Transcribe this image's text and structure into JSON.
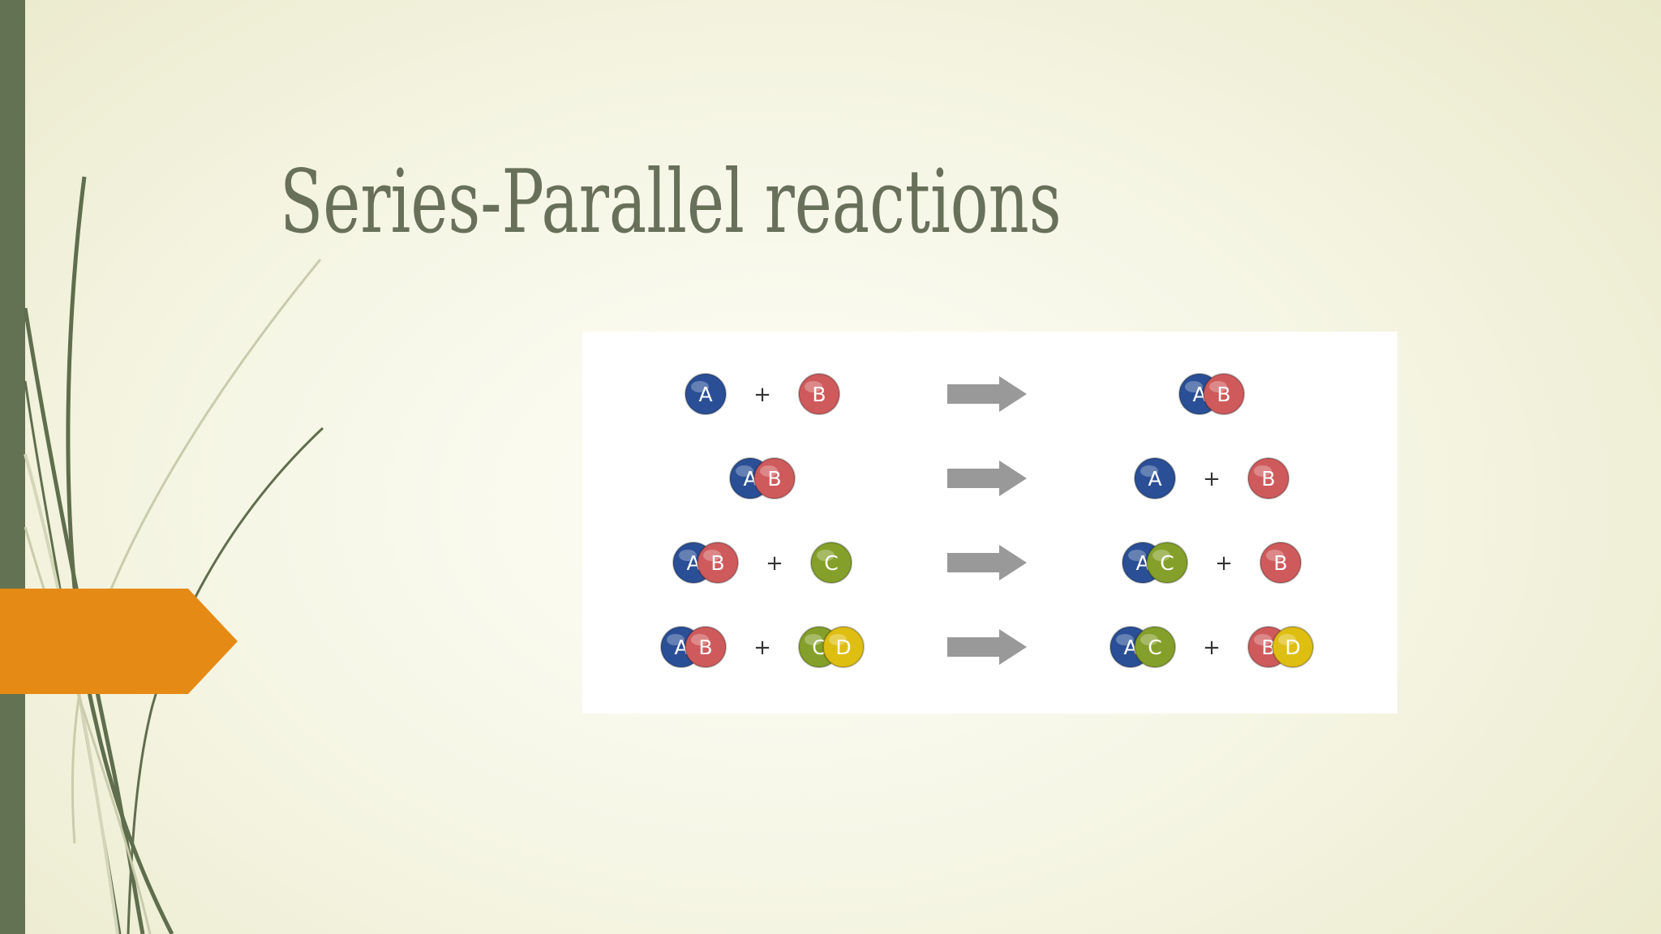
{
  "slide": {
    "title": "Series-Parallel reactions"
  },
  "colors": {
    "left_bar": "#637252",
    "tab": "#e68a16",
    "title": "#68705a",
    "atom_A": "#2a4f96",
    "atom_B": "#cf5a5c",
    "atom_C": "#84a02a",
    "atom_D": "#dfbe12",
    "arrow": "#999999"
  },
  "diagram": {
    "plus_sign": "+",
    "reactions": [
      {
        "reactants": [
          [
            "A"
          ],
          [
            "B"
          ]
        ],
        "products": [
          [
            "A",
            "B"
          ]
        ]
      },
      {
        "reactants": [
          [
            "A",
            "B"
          ]
        ],
        "products": [
          [
            "A"
          ],
          [
            "B"
          ]
        ]
      },
      {
        "reactants": [
          [
            "A",
            "B"
          ],
          [
            "C"
          ]
        ],
        "products": [
          [
            "A",
            "C"
          ],
          [
            "B"
          ]
        ]
      },
      {
        "reactants": [
          [
            "A",
            "B"
          ],
          [
            "C",
            "D"
          ]
        ],
        "products": [
          [
            "A",
            "C"
          ],
          [
            "B",
            "D"
          ]
        ]
      }
    ]
  }
}
